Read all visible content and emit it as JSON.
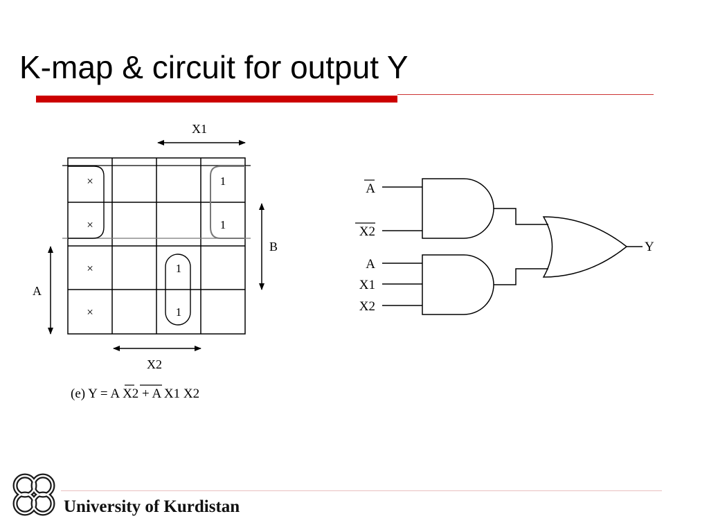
{
  "slide": {
    "title": "K-map & circuit for output Y",
    "footer": "University of Kurdistan"
  },
  "kmap": {
    "labels": {
      "x1": "X1",
      "x2": "X2",
      "a": "A",
      "b": "B"
    },
    "cells": [
      [
        "×",
        "",
        "",
        "1"
      ],
      [
        "×",
        "",
        "",
        "1"
      ],
      [
        "×",
        "",
        "1",
        ""
      ],
      [
        "×",
        "",
        "1",
        ""
      ]
    ],
    "caption": {
      "prefix": "(e) Y = ",
      "term1a": "A",
      "term1b": "X2",
      "rest": " + A X1 X2"
    }
  },
  "circuit": {
    "inputs": [
      "A",
      "X2",
      "A",
      "X1",
      "X2"
    ],
    "inverted": [
      true,
      true,
      false,
      false,
      false
    ],
    "output": "Y"
  }
}
